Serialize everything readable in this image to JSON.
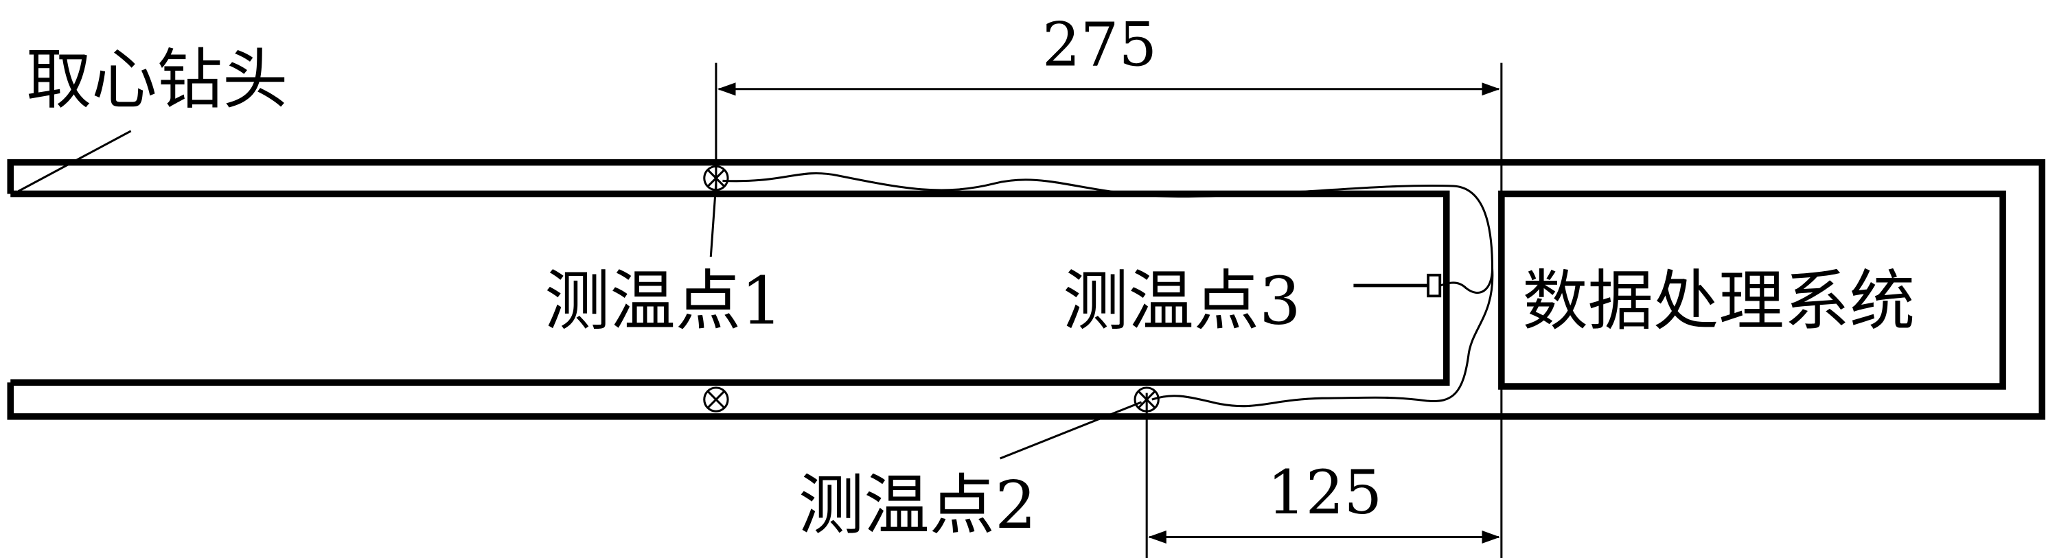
{
  "labels": {
    "core_bit": "取心钻头",
    "point1": "测温点1",
    "point2": "测温点2",
    "point3": "测温点3",
    "data_system": "数据处理系统"
  },
  "dimensions": {
    "top": "275",
    "bottom": "125"
  },
  "colors": {
    "line": "#000000",
    "background": "#ffffff"
  }
}
